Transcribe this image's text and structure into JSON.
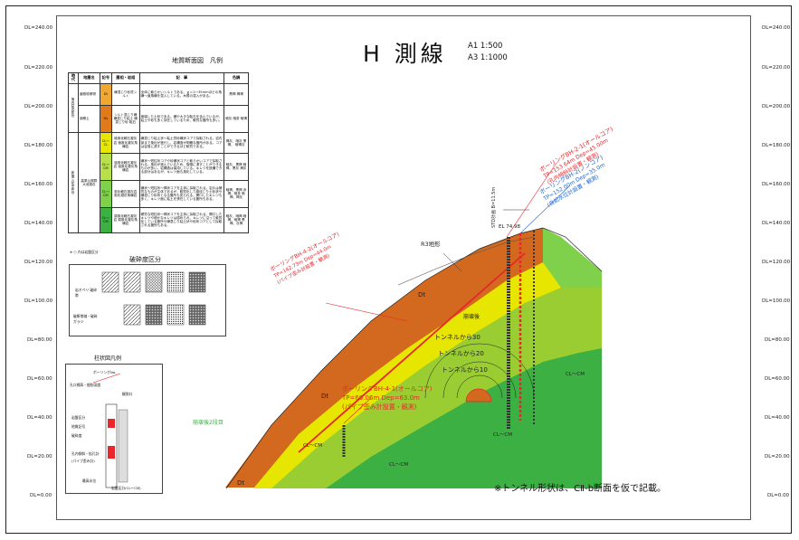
{
  "title": "H 測線",
  "scale_a1": "A1 1:500",
  "scale_a3": "A3 1:1000",
  "elevations": [
    "DL=240.00",
    "DL=220.00",
    "DL=200.00",
    "DL=180.00",
    "DL=160.00",
    "DL=140.00",
    "DL=120.00",
    "DL=100.00",
    "DL=80.00",
    "DL=60.00",
    "DL=40.00",
    "DL=20.00",
    "DL=0.00"
  ],
  "legend": {
    "title": "地質断面図　凡例",
    "headers": [
      "時代",
      "地層名",
      "記号",
      "層相・岩相",
      "記　事",
      "色調"
    ],
    "eras": [
      "第四紀完新世",
      "新第三紀中新世"
    ],
    "sub_formation": "高栗山層群大池凝灰",
    "rows": [
      {
        "name": "崖錐堆積物",
        "symbol": "Dt",
        "facies": "礫混じり砂質シルト",
        "note": "全体に軟らかいシルトである。ｇ＝1～35mmほどの角礫～亜角礫を混入している。木根の混入がある。",
        "color": "黒褐 褐褐"
      },
      {
        "name": "崩積土",
        "symbol": "Ds",
        "facies": "シルト混じり礫 礫混じり粘土 礫混じり砂 転石",
        "note": "崩壊した土砂である。礫や大きな転石を含んでいるが、粘土や砂も多く挟在しているため、軟質な箇所も多い。",
        "color": "暗灰 暗茶 暗褐"
      },
      {
        "name": "",
        "symbol": "CL～CL",
        "facies": "極風化軽石凝灰岩 極風化凝灰角礫岩",
        "note": "礫混じり粘土状～粘土質砂礫状コアで採取される。岩内部まで風化が進行し、岩構造が明瞭な箇所がある。コアは容易に潰すことができるほど軟質である。",
        "color": "褐灰、暗灰 黒褐、 暗褐灰"
      },
      {
        "name": "",
        "symbol": "CL～CM",
        "facies": "強風化軽石凝灰岩 強風化凝灰角礫岩",
        "note": "礫状～短柱状コアや砂礫状コアと軟らかいコアで採取される。風化が進んでいるため、指頭に潰すことができるものが多い。岩構造は保持している。キレツを読識できる部分はあるが、キレツ面も風化している。",
        "color": "暗灰、黒褐 暗褐、黒灰 褐灰"
      },
      {
        "name": "",
        "symbol": "CL～CM",
        "facies": "風化軽石凝灰岩 風化凝灰角礫岩",
        "note": "礫状～短柱状～棒状コアを主体に採取される。岩片は硬質なものが主体であるが、軟質化して綿径じり土砂状や礫混じり砂状となる箇所も見られる。開口したキレツも多く、キレツ面に粘土を狭在している箇所もある。",
        "color": "暗褐、黒褐 赤褐、暗茶 暗褐、褐灰"
      },
      {
        "name": "",
        "symbol": "CL～CM",
        "facies": "弱風化軽石凝灰岩 弱風化凝灰角礫岩",
        "note": "硬質な短柱状～棒状コアを主体に採取される。開口したキレツや細かなキレツは認められ、キレツに沿って軟質化している箇所や礫混じり粘土状や砂状コアとして採取される箇所もある。",
        "color": "暗灰、暗褐 暗褐、暗褐 黒褐、灰褐"
      }
    ],
    "footnote": "※ ○ 内は岩盤区分"
  },
  "fracture": {
    "title": "破砕度区分",
    "label1": "岩オペリ 破砕帯",
    "label2": "破断帯域・破砕ガラジ"
  },
  "column": {
    "title": "柱状図凡例",
    "labels": [
      "ボーリングNo.",
      "孔口標高・掘削深度",
      "観測口",
      "岩盤区分",
      "地質記号",
      "破砕度",
      "孔内傾斜・拡孔計",
      "(パイプ歪み計)",
      "最高水位",
      "岩盤区分(CL～CM)"
    ]
  },
  "section": {
    "boring_a_1": "ボーリングBH-2-1(オールコア)",
    "boring_a_2": "TP=153.64m  Dep=45.00m",
    "boring_a_3": "(孔内傾斜計設置・観測)",
    "boring_b_1": "ボーリングBH-2(ノンコア)",
    "boring_b_2": "TP=152.00m  Dep=35.0m",
    "boring_b_3": "(自記水位計設置・観測)",
    "boring_c_1": "ボーリングBH-4-2(オールコア)",
    "boring_c_2": "TP=142.73m  Dep=44.0m",
    "boring_c_3": "(パイプ歪み計設置・観測)",
    "boring_d_1": "ボーリングBH-4-1(オールコア)",
    "boring_d_2": "TP=69.06m  Dep=63.0m",
    "boring_d_3": "(パイプ歪み計設置・観測)",
    "r3": "R3地形",
    "collapse": "崩壊後",
    "after_collapse_2": "崩壊後2段目",
    "control_point": "STD計画 B=11.5m",
    "el": "EL 74.98",
    "dt1": "Dt",
    "dt2": "Dt",
    "dt3": "Dt",
    "tunnel_note": "※トンネル形状は、CⅡ-b断面を仮で記載。",
    "tunnel_a": "トンネルから30",
    "tunnel_b": "トンネルから20",
    "tunnel_c": "トンネルから10",
    "cl1": "CL～CM",
    "cl2": "CL～CM",
    "cl3": "CL～CM",
    "cl4": "CL～CM"
  },
  "colors": {
    "orange": "#d2691e",
    "lime": "#9acd32",
    "green": "#3cb043",
    "red": "#e8262c",
    "blue": "#2266cc"
  }
}
